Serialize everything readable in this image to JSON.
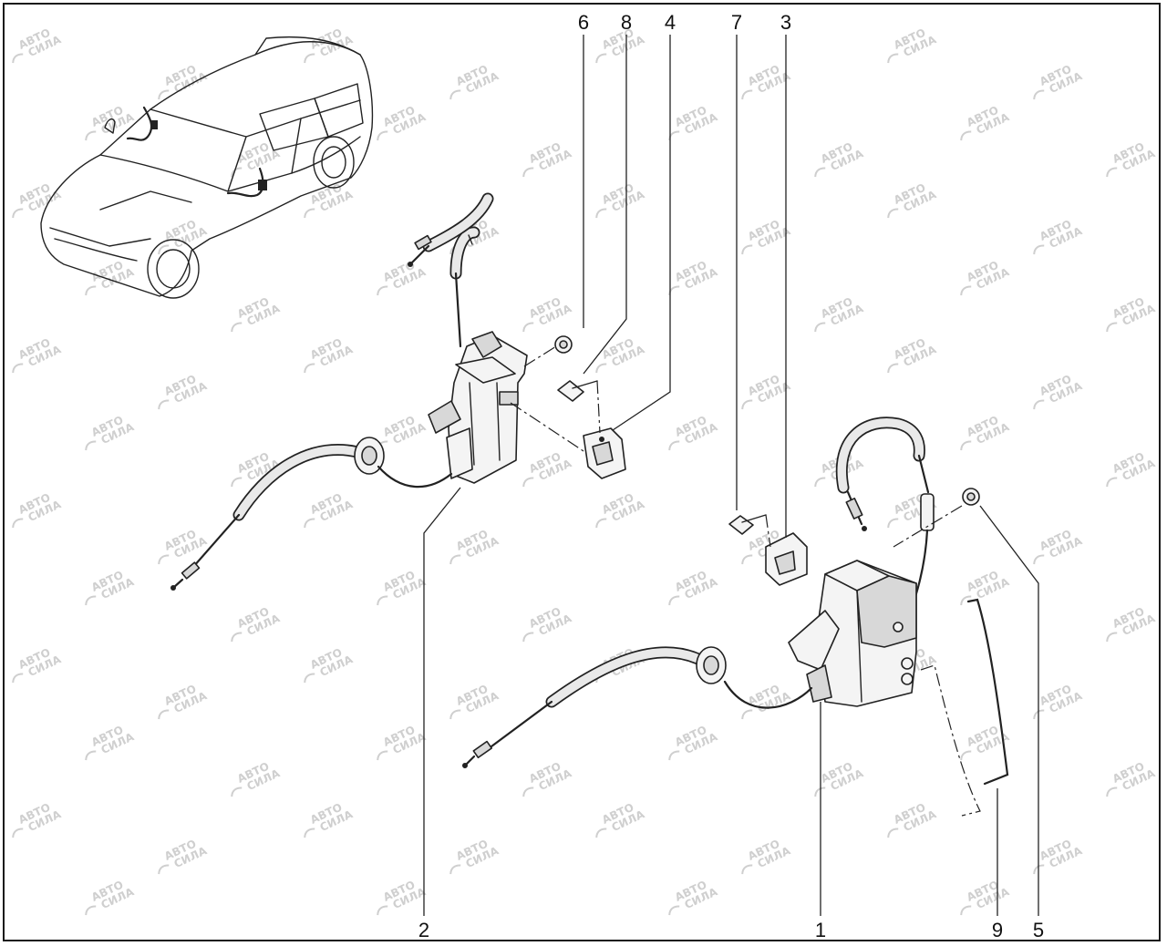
{
  "callouts": {
    "c1": "1",
    "c2": "2",
    "c3": "3",
    "c4": "4",
    "c5": "5",
    "c6": "6",
    "c7": "7",
    "c8": "8",
    "c9": "9"
  },
  "watermark": {
    "line1": "АВТО",
    "line2": "СИЛА"
  },
  "colors": {
    "ink": "#222222",
    "watermark": "#cfcfcf",
    "background": "#ffffff"
  }
}
